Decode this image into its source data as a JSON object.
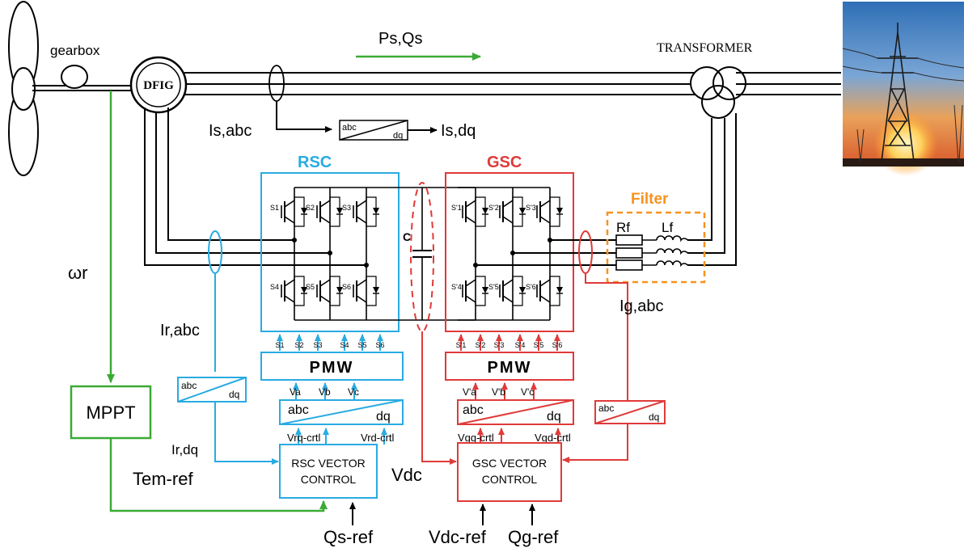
{
  "labels": {
    "gearbox": "gearbox",
    "dfig": "DFIG",
    "power_flow": "Ps,Qs",
    "transformer": "TRANSFORMER",
    "is_abc": "Is,abc",
    "is_dq": "Is,dq",
    "rsc": "RSC",
    "gsc": "GSC",
    "filter": "Filter",
    "rf": "Rf",
    "lf": "Lf",
    "capacitor": "C",
    "omega_r": "ωr",
    "ir_abc": "Ir,abc",
    "ig_abc": "Ig,abc",
    "ir_dq": "Ir,dq",
    "mppt": "MPPT",
    "tem_ref": "Tem-ref",
    "vdc": "Vdc",
    "qs_ref": "Qs-ref",
    "vdc_ref": "Vdc-ref",
    "qg_ref": "Qg-ref",
    "abc": "abc",
    "dq": "dq",
    "pwm": "PMW",
    "rsc_ctrl_1": "RSC VECTOR",
    "rsc_ctrl_2": "CONTROL",
    "gsc_ctrl_1": "GSC VECTOR",
    "gsc_ctrl_2": "CONTROL",
    "va": "Va",
    "vb": "Vb",
    "vc": "Vc",
    "vpa": "V'a",
    "vpb": "V'b",
    "vpc": "V'c",
    "vrq": "Vrq-crtl",
    "vrd": "Vrd-crtl",
    "vgq": "Vgq-crtl",
    "vgd": "Vgd-crtl"
  },
  "rsc_gates": [
    "S1",
    "S2",
    "S3",
    "S4",
    "S5",
    "S6"
  ],
  "gsc_gates": [
    "S'1",
    "S'2",
    "S'3",
    "S'4",
    "S'5",
    "S'6"
  ],
  "colors": {
    "line": "#000000",
    "rsc": "#29abe2",
    "gsc": "#e03a3a",
    "mppt": "#3aaa35",
    "filter": "#f7931e"
  }
}
